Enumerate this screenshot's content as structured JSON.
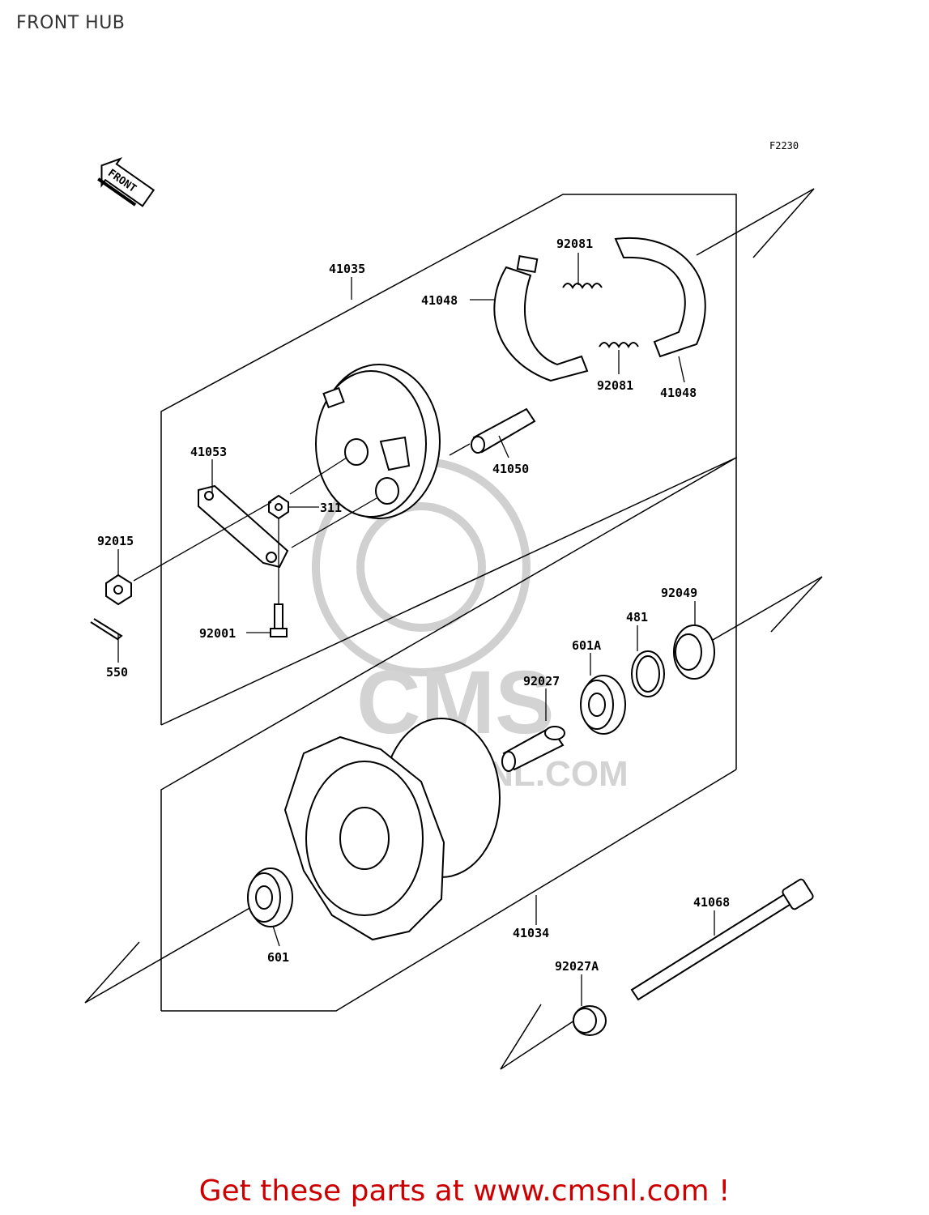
{
  "title": "FRONT HUB",
  "figure_code": "F2230",
  "front_badge": "FRONT",
  "footer_text": "Get these parts at www.cmsnl.com !",
  "watermark": {
    "brand": "CMS",
    "site": "WWW.CMSNL.COM"
  },
  "colors": {
    "footer": "#cc0000",
    "lines": "#000000",
    "watermark": "#d3d3d3"
  },
  "parts": {
    "p41035": "41035",
    "p41048a": "41048",
    "p41048b": "41048",
    "p92081a": "92081",
    "p92081b": "92081",
    "p41050": "41050",
    "p41053": "41053",
    "p311": "311",
    "p92015": "92015",
    "p92001": "92001",
    "p550": "550",
    "p92049": "92049",
    "p481": "481",
    "p601A": "601A",
    "p92027": "92027",
    "p41034": "41034",
    "p601": "601",
    "p41068": "41068",
    "p92027A": "92027A"
  }
}
